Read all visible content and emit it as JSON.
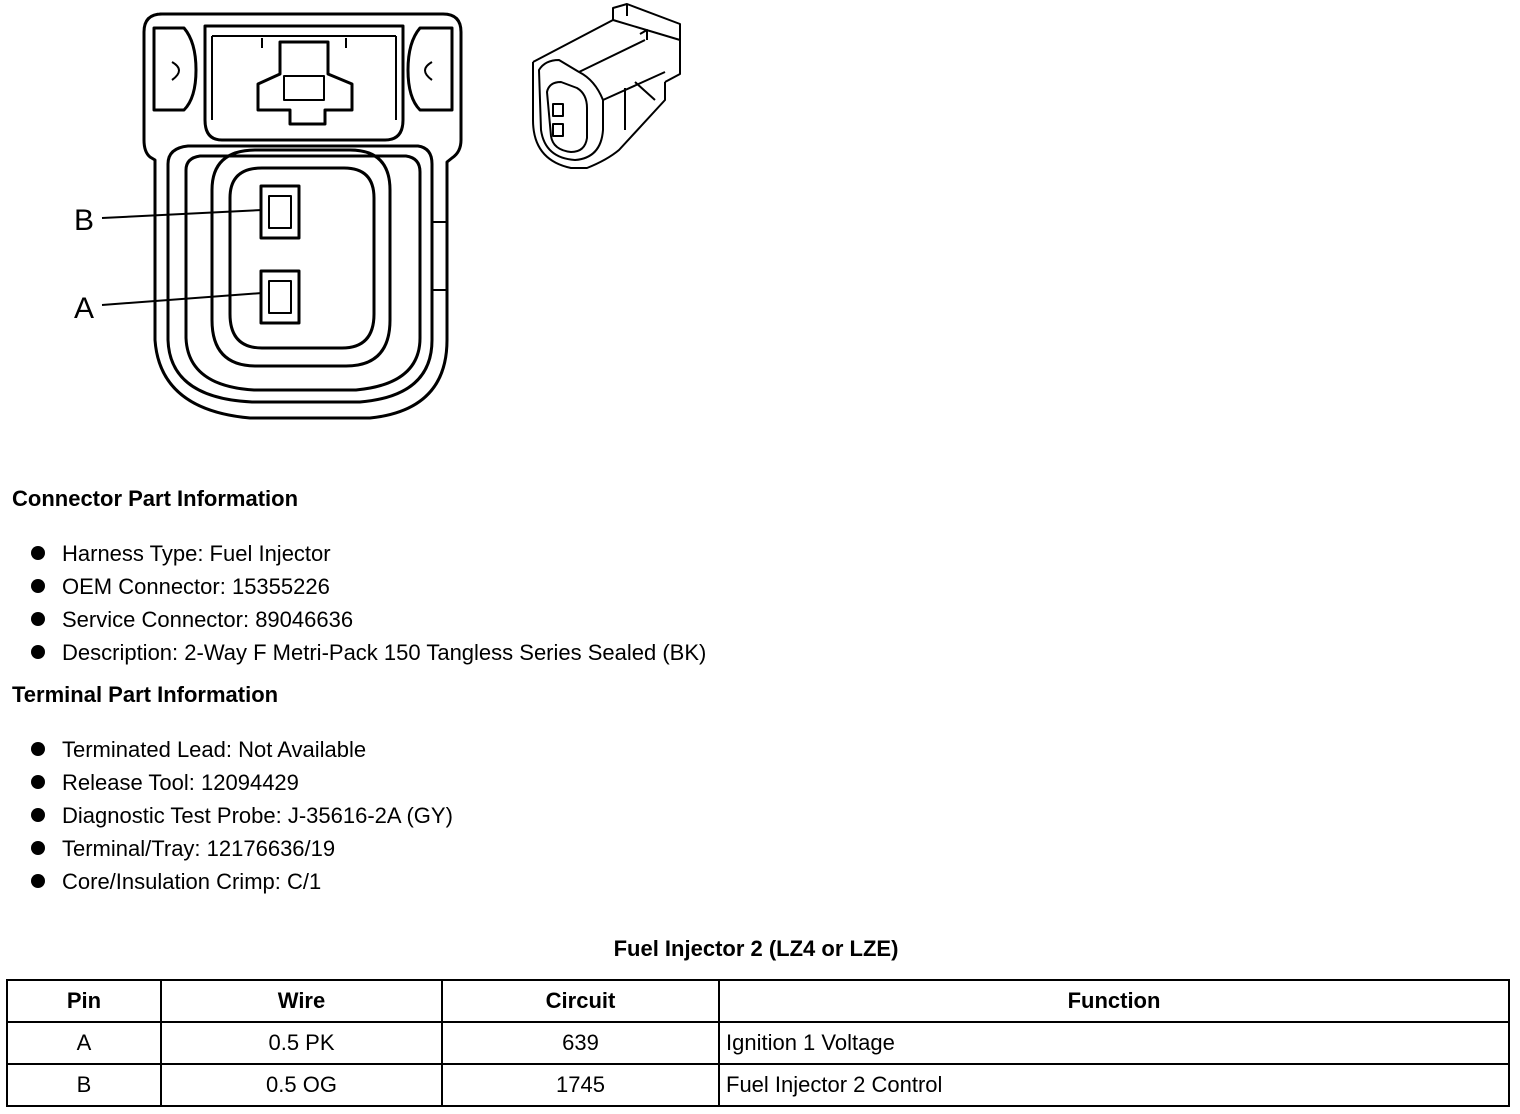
{
  "diagram": {
    "pin_labels": [
      "B",
      "A"
    ]
  },
  "connector_section": {
    "heading": "Connector Part Information",
    "items": [
      "Harness Type: Fuel Injector",
      "OEM Connector: 15355226",
      "Service Connector: 89046636",
      "Description: 2-Way F Metri-Pack 150 Tangless Series Sealed (BK)"
    ]
  },
  "terminal_section": {
    "heading": "Terminal Part Information",
    "items": [
      "Terminated Lead: Not Available",
      "Release Tool: 12094429",
      "Diagnostic Test Probe: J-35616-2A (GY)",
      "Terminal/Tray: 12176636/19",
      "Core/Insulation Crimp: C/1"
    ]
  },
  "table": {
    "caption": "Fuel Injector 2 (LZ4 or LZE)",
    "headers": [
      "Pin",
      "Wire",
      "Circuit",
      "Function"
    ],
    "rows": [
      [
        "A",
        "0.5 PK",
        "639",
        "Ignition 1 Voltage"
      ],
      [
        "B",
        "0.5 OG",
        "1745",
        "Fuel Injector 2 Control"
      ]
    ]
  }
}
